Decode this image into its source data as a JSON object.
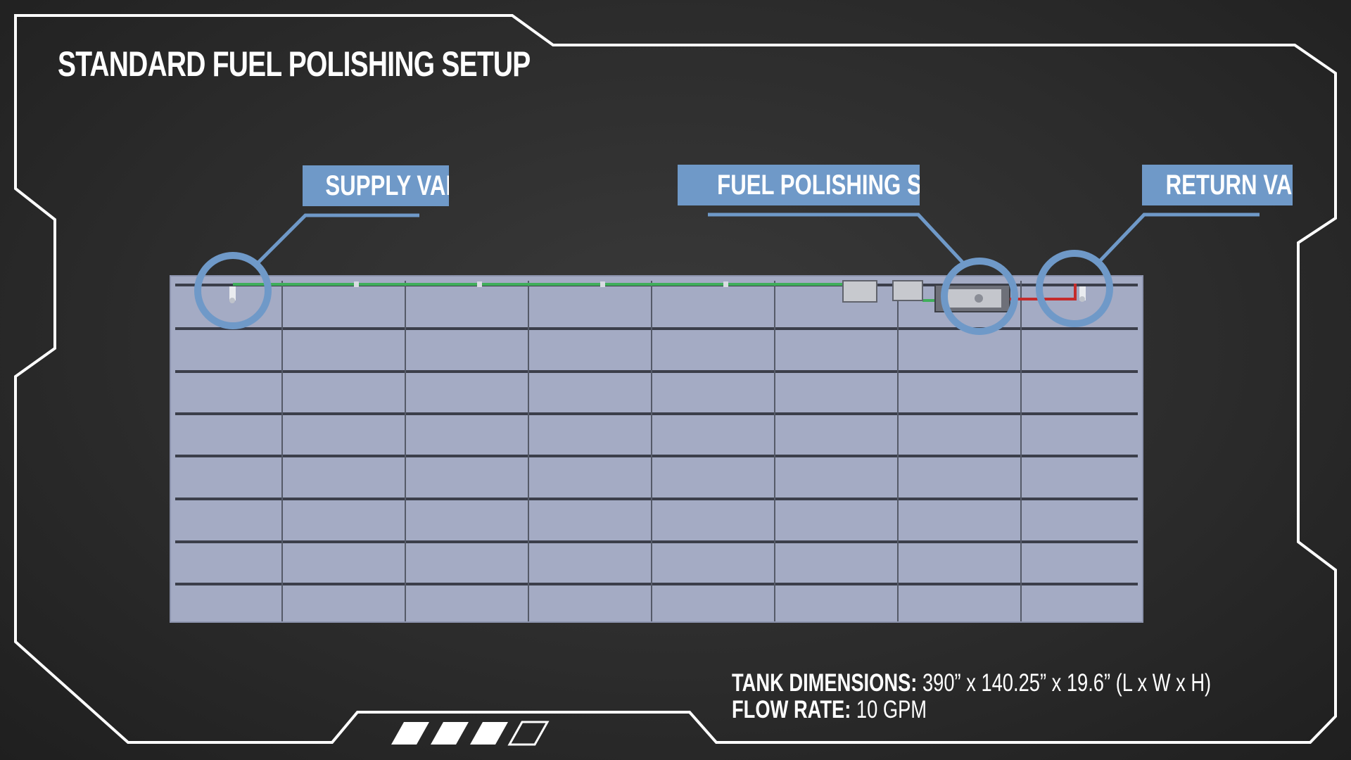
{
  "title": "STANDARD FUEL POLISHING SETUP",
  "callouts": {
    "supply": "SUPPLY VALVE",
    "polishing": "FUEL POLISHING SYSTEM",
    "return": "RETURN VALVE"
  },
  "specs": {
    "dimensions_label": "TANK DIMENSIONS:",
    "dimensions_value": " 390” x 140.25” x 19.6” (L x W x H)",
    "flow_label": "FLOW RATE:",
    "flow_value": " 10 GPM"
  },
  "progress": {
    "filled_steps": 3,
    "total_steps": 4
  },
  "colors": {
    "accent": "#6f99c8",
    "tank": "#a4abc4",
    "supply_line": "#3fae5a",
    "return_line": "#c42b2b",
    "frame": "#ffffff"
  }
}
